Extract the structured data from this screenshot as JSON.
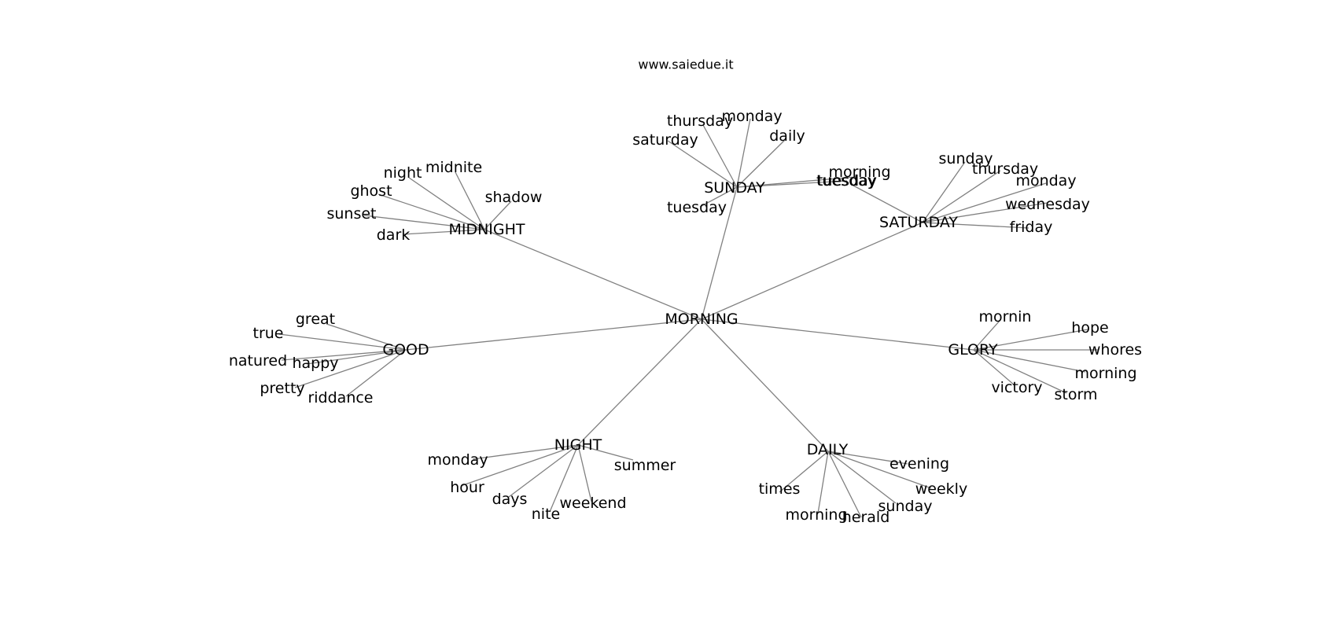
{
  "site": "www.saiedue.it",
  "root": "MORNING",
  "hubs": [
    {
      "label": "SUNDAY",
      "leaves": [
        "thursday",
        "monday",
        "saturday",
        "daily",
        "morning",
        "tuesday",
        "tuesday"
      ]
    },
    {
      "label": "SATURDAY",
      "leaves": [
        "sunday",
        "thursday",
        "monday",
        "wednesday",
        "friday",
        "tuesday"
      ]
    },
    {
      "label": "MIDNIGHT",
      "leaves": [
        "night",
        "midnite",
        "ghost",
        "shadow",
        "sunset",
        "dark"
      ]
    },
    {
      "label": "GOOD",
      "leaves": [
        "great",
        "true",
        "natured",
        "happy",
        "pretty",
        "riddance"
      ]
    },
    {
      "label": "GLORY",
      "leaves": [
        "mornin",
        "hope",
        "whores",
        "morning",
        "victory",
        "storm"
      ]
    },
    {
      "label": "NIGHT",
      "leaves": [
        "monday",
        "summer",
        "hour",
        "days",
        "weekend",
        "nite"
      ]
    },
    {
      "label": "DAILY",
      "leaves": [
        "evening",
        "times",
        "weekly",
        "sunday",
        "morning",
        "herald"
      ]
    }
  ]
}
